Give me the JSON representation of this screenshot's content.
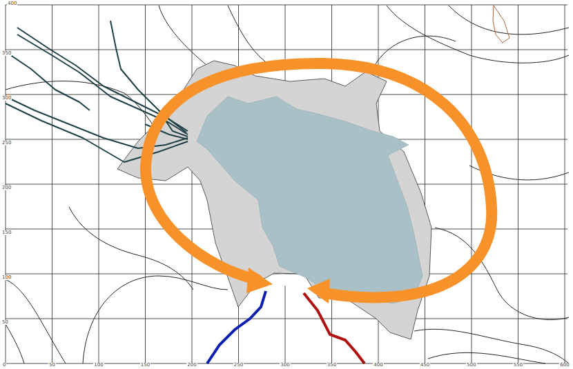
{
  "diagram": {
    "labels": [
      "400",
      "350",
      "300",
      "250",
      "200",
      "150",
      "100",
      "50",
      "0",
      "50",
      "100",
      "150",
      "200",
      "250",
      "300",
      "350",
      "400",
      "450",
      "500",
      "550",
      "600"
    ]
  }
}
